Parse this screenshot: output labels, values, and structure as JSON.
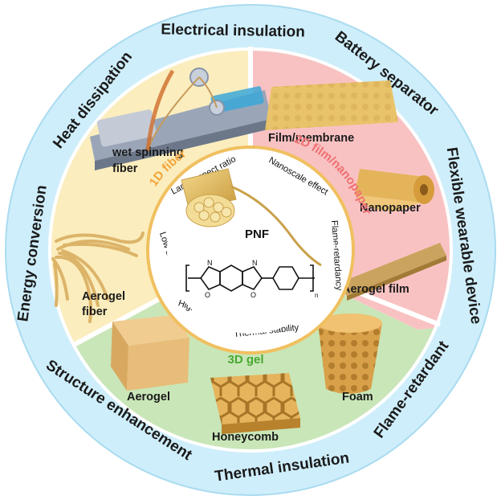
{
  "outer_ring": {
    "electrical_insulation": "Electrical insulation",
    "battery_separator": "Battery separator",
    "flexible_wearable_device": "Flexible wearable device",
    "flame_retardant": "Flame-retardant",
    "thermal_insulation": "Thermal insulation",
    "structure_enhancement": "Structure enhancement",
    "energy_conversion": "Energy conversion",
    "heat_dissipation": "Heat dissipation"
  },
  "sectors": {
    "fiber_1d": {
      "title": "1D fiber",
      "color": "#f2a23a"
    },
    "film_2d": {
      "title": "2D film/nanopaper",
      "color": "#ef6f72"
    },
    "gel_3d": {
      "title": "3D gel",
      "color": "#49a832"
    }
  },
  "materials": {
    "wet_spinning_1": "wet spinning",
    "wet_spinning_2": "fiber",
    "aerogel_fiber_1": "Aerogel",
    "aerogel_fiber_2": "fiber",
    "film_membrane": "Film/membrane",
    "nanopaper": "Nanopaper",
    "aerogel_film": "Aerogel film",
    "aerogel": "Aerogel",
    "honeycomb": "Honeycomb",
    "foam": "Foam"
  },
  "properties": {
    "large_aspect_ratio": "Large aspect ratio",
    "nanoscale_effect": "Nanoscale effect",
    "flame_retardancy": "Flame-retardancy",
    "thermal_stability": "Thermal stability",
    "high_ssa": "High SSA",
    "low_density": "Low density"
  },
  "center": {
    "label": "PNF",
    "subscript": "n"
  },
  "colors": {
    "outer_ring": "#cfeefb",
    "sector_1d": "#fbedbd",
    "sector_2d": "#f9c2c2",
    "sector_3d": "#c9e6b8",
    "material": "#e9c36a"
  }
}
